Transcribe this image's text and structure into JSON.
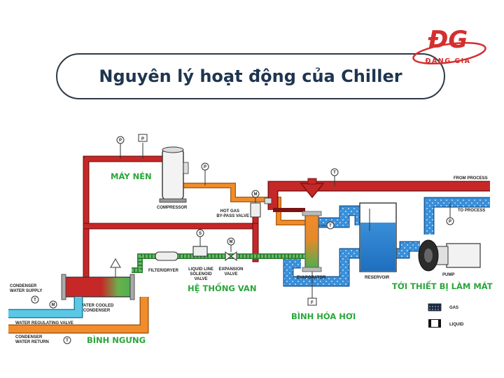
{
  "header": {
    "title": "Nguyên lý hoạt động của Chiller",
    "logo_mark": "ĐG",
    "logo_text": "ĐẶNG GIA"
  },
  "labels": {
    "compressor": "COMPRESSOR",
    "hot_gas_line1": "HOT GAS",
    "hot_gas_line2": "BY-PASS VALVE",
    "filter_dryer": "FILTER/DRYER",
    "liquid_line1": "LIQUID LINE",
    "liquid_line2": "SOLENOID",
    "liquid_line3": "VALVE",
    "expansion1": "EXPANSION",
    "expansion2": "VALVE",
    "evaporator": "EVAPORATOR",
    "reservoir": "RESERVOIR",
    "pump": "PUMP",
    "from_process": "FROM PROCESS",
    "to_process": "TO PROCESS",
    "condenser_supply1": "CONDENSER",
    "condenser_supply2": "WATER SUPPLY",
    "water_reg_valve": "WATER REGULATING VALVE",
    "condenser_return1": "CONDENSER",
    "condenser_return2": "WATER RETURN",
    "wcc1": "WATER COOLED",
    "wcc2": "CONDENSER"
  },
  "sections": {
    "may_nen": "MÁY NÉN",
    "he_thong_van": "HỆ THỐNG VAN",
    "binh_hoa_hoi": "BÌNH HÓA HƠI",
    "binh_ngung": "BÌNH NGƯNG",
    "toi_thiet_bi": "TỚI THIẾT BỊ LÀM MÁT"
  },
  "gauges": {
    "pressure": "P",
    "temperature": "T",
    "motor": "M",
    "solenoid": "S",
    "flow": "F"
  },
  "legend": {
    "gas": "GAS",
    "liquid": "LIQUID"
  },
  "colors": {
    "hot_gas": "#c62828",
    "liquid_line": "#4caf50",
    "condenser_water": "#f08c2a",
    "chilled_water": "#3a8fd8",
    "title_text": "#1e3550",
    "section_label": "#2aa63a",
    "brand": "#d32f2f"
  }
}
